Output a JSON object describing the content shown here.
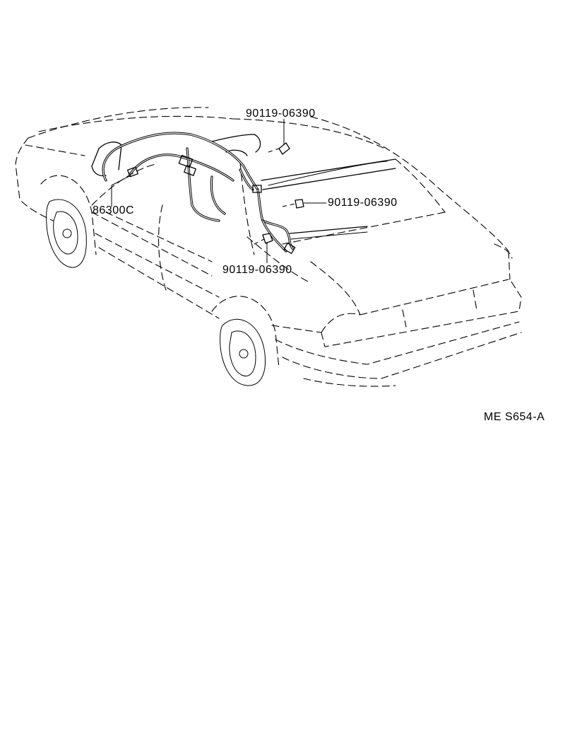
{
  "parts": [
    {
      "part_number": "90119-06390"
    },
    {
      "part_number": "90119-06390"
    },
    {
      "part_number": "90119-06390"
    },
    {
      "part_number": "86300C"
    }
  ],
  "diagram_code": "ME S654-A"
}
